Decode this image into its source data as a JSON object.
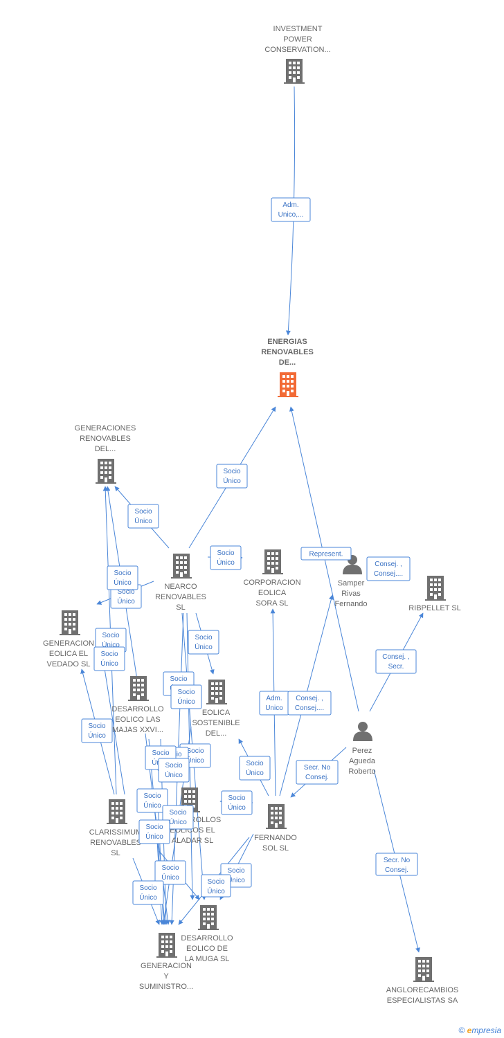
{
  "colors": {
    "edge": "#4a86d8",
    "company": "#707070",
    "focus": "#f26a35",
    "person": "#707070"
  },
  "nodes": [
    {
      "id": "investment",
      "type": "company",
      "lines": [
        "INVESTMENT",
        "POWER",
        "CONSERVATION..."
      ]
    },
    {
      "id": "energias",
      "type": "company-focus",
      "lines": [
        "ENERGIAS",
        "RENOVABLES",
        "DE..."
      ]
    },
    {
      "id": "generaciones",
      "type": "company",
      "lines": [
        "GENERACIONES",
        "RENOVABLES",
        "DEL..."
      ]
    },
    {
      "id": "nearco",
      "type": "company",
      "lines": [
        "NEARCO",
        "RENOVABLES",
        "SL"
      ]
    },
    {
      "id": "corporacion",
      "type": "company",
      "lines": [
        "CORPORACION",
        "EOLICA",
        "SORA  SL"
      ]
    },
    {
      "id": "samper",
      "type": "person",
      "lines": [
        "Samper",
        "Rivas",
        "Fernando"
      ]
    },
    {
      "id": "ribpellet",
      "type": "company",
      "lines": [
        "RIBPELLET SL"
      ]
    },
    {
      "id": "vedado",
      "type": "company",
      "lines": [
        "GENERACION",
        "EOLICA EL",
        "VEDADO SL"
      ]
    },
    {
      "id": "majas",
      "type": "company",
      "lines": [
        "DESARROLLO",
        "EOLICO LAS",
        "MAJAS XXVI..."
      ]
    },
    {
      "id": "sostenible",
      "type": "company",
      "lines": [
        "EOLICA",
        "SOSTENIBLE",
        "DEL..."
      ]
    },
    {
      "id": "perez",
      "type": "person",
      "lines": [
        "Perez",
        "Agueda",
        "Roberto"
      ]
    },
    {
      "id": "clarissimum",
      "type": "company",
      "lines": [
        "CLARISSIMUM",
        "RENOVABLES",
        "SL"
      ]
    },
    {
      "id": "aladar",
      "type": "company",
      "lines": [
        "DESARROLLOS",
        "EOLICOS EL",
        "ALADAR SL"
      ]
    },
    {
      "id": "fernandosol",
      "type": "company",
      "lines": [
        "FERNANDO",
        "SOL SL"
      ]
    },
    {
      "id": "muga",
      "type": "company",
      "lines": [
        "DESARROLLO",
        "EOLICO DE",
        "LA MUGA SL"
      ]
    },
    {
      "id": "suministro",
      "type": "company",
      "lines": [
        "GENERACION",
        "Y",
        "SUMINISTRO..."
      ]
    },
    {
      "id": "anglorecambios",
      "type": "company",
      "lines": [
        "ANGLORECAMBIOS",
        "ESPECIALISTAS SA"
      ]
    }
  ],
  "edges": [
    {
      "label": [
        "Adm.",
        "Unico,..."
      ]
    },
    {
      "label": [
        "Socio",
        "Único"
      ]
    },
    {
      "label": [
        "Socio",
        "Único"
      ]
    },
    {
      "label": [
        "Socio",
        "Único"
      ]
    },
    {
      "label": [
        "Socio",
        "Único"
      ]
    },
    {
      "label": [
        "Represent."
      ]
    },
    {
      "label": [
        "Consej. ,",
        "Consej...."
      ]
    },
    {
      "label": [
        "Consej. ,",
        "Secr."
      ]
    },
    {
      "label": [
        "Socio",
        "Único"
      ]
    },
    {
      "label": [
        "Socio",
        "Único"
      ]
    },
    {
      "label": [
        "Socio",
        "Único"
      ]
    },
    {
      "label": [
        "Socio",
        "Único"
      ]
    },
    {
      "label": [
        "Socio",
        "Único"
      ]
    },
    {
      "label": [
        "Adm.",
        "Unico"
      ]
    },
    {
      "label": [
        "Consej. ,",
        "Consej...."
      ]
    },
    {
      "label": [
        "Secr.  No",
        "Consej."
      ]
    },
    {
      "label": [
        "Socio",
        "Único"
      ]
    },
    {
      "label": [
        "Socio",
        "Único"
      ]
    },
    {
      "label": [
        "Socio",
        "Único"
      ]
    },
    {
      "label": [
        "Socio",
        "Único"
      ]
    },
    {
      "label": [
        "Socio",
        "Único"
      ]
    },
    {
      "label": [
        "Socio",
        "Único"
      ]
    },
    {
      "label": [
        "Socio",
        "Único"
      ]
    },
    {
      "label": [
        "Socio",
        "Único"
      ]
    },
    {
      "label": [
        "Socio",
        "Único"
      ]
    },
    {
      "label": [
        "Socio",
        "Único"
      ]
    },
    {
      "label": [
        "Socio",
        "Único"
      ]
    },
    {
      "label": [
        "Socio",
        "Único"
      ]
    },
    {
      "label": [
        "Socio",
        "Único"
      ]
    },
    {
      "label": [
        "Socio",
        "Único"
      ]
    },
    {
      "label": [
        "Socio",
        "Único"
      ]
    },
    {
      "label": [
        "Secr.  No",
        "Consej."
      ]
    }
  ],
  "footer": {
    "copyright": "©",
    "brand_first": "e",
    "brand_rest": "mpresia"
  }
}
